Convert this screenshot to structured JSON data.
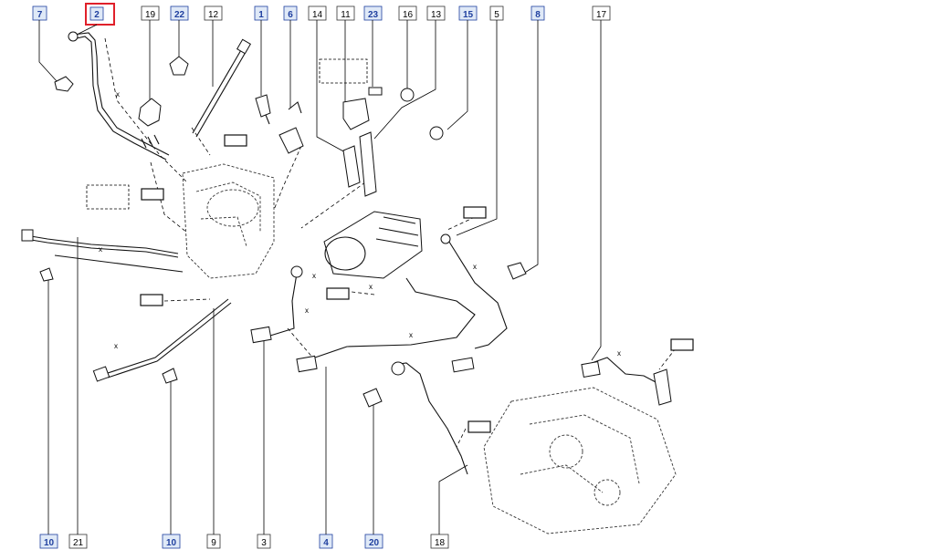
{
  "callouts_top": [
    "7",
    "2",
    "19",
    "22",
    "12",
    "1",
    "6",
    "14",
    "11",
    "23",
    "16",
    "13",
    "15",
    "5",
    "8",
    "17"
  ],
  "callouts_bottom": [
    "10",
    "21",
    "10",
    "9",
    "3",
    "4",
    "20",
    "18"
  ],
  "highlighted_callouts": [
    "7",
    "2",
    "22",
    "1",
    "6",
    "23",
    "15",
    "8",
    "10",
    "4",
    "20"
  ],
  "selected_callout": "2",
  "dimension_mark": "x",
  "colors": {
    "highlight_border": "#1f3f9f",
    "highlight_fill": "#dfe9f7",
    "selected_border": "#e0202a"
  }
}
